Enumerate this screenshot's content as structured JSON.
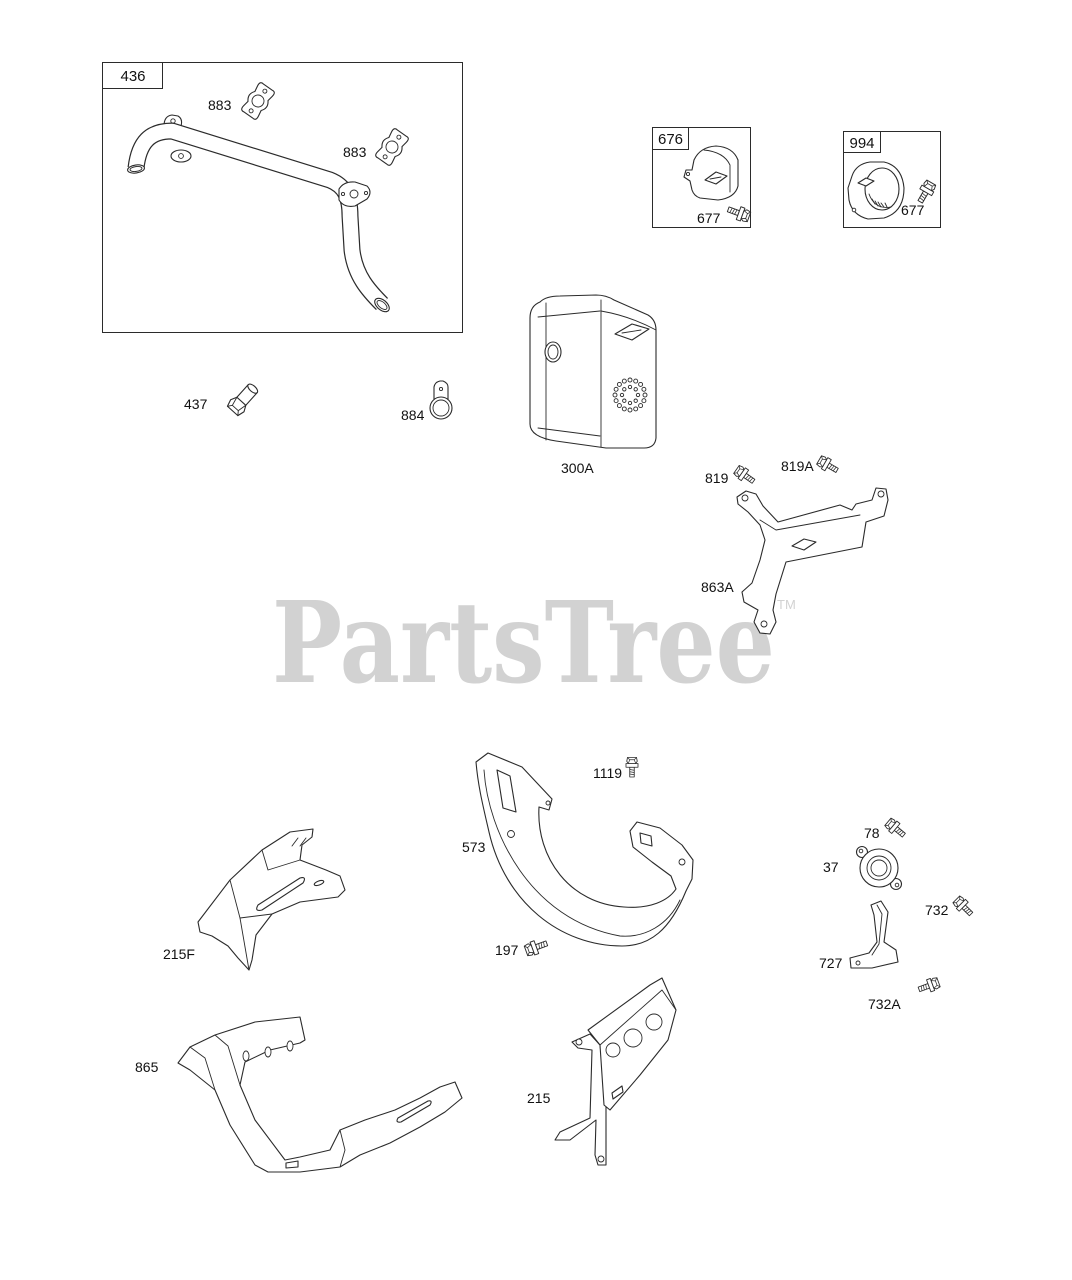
{
  "callouts": [
    "436",
    "883",
    "883",
    "676",
    "677",
    "994",
    "677",
    "437",
    "884",
    "300A",
    "819",
    "819A",
    "863A",
    "1119",
    "573",
    "78",
    "37",
    "732",
    "215F",
    "197",
    "727",
    "732A",
    "865",
    "215"
  ],
  "watermark": {
    "text": "PartsTree",
    "mark": "TM"
  },
  "colors": {
    "line": "#2b2b2b",
    "watermark": "#d2d2d2",
    "background": "#ffffff"
  }
}
